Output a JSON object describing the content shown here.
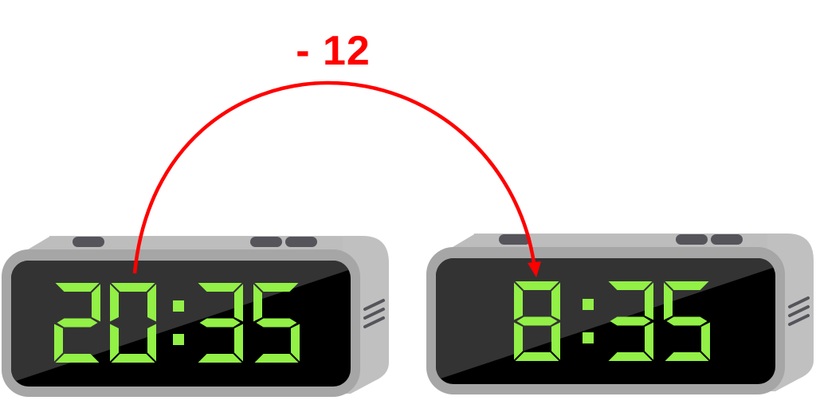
{
  "operation": {
    "label": "- 12",
    "color": "#ff0000"
  },
  "clocks": [
    {
      "id": "before",
      "time": "20:35",
      "digits": [
        "2",
        "0",
        ":",
        "3",
        "5"
      ]
    },
    {
      "id": "after",
      "time": "8:35",
      "digits": [
        "8",
        ":",
        "3",
        "5"
      ]
    }
  ],
  "colors": {
    "digit": "#92f046",
    "screen_dark": "#333333",
    "screen_black": "#000000",
    "bezel": "#a6a6a6",
    "body": "#bfbfbf",
    "buttons": "#55545a",
    "arrow": "#ff0000"
  }
}
